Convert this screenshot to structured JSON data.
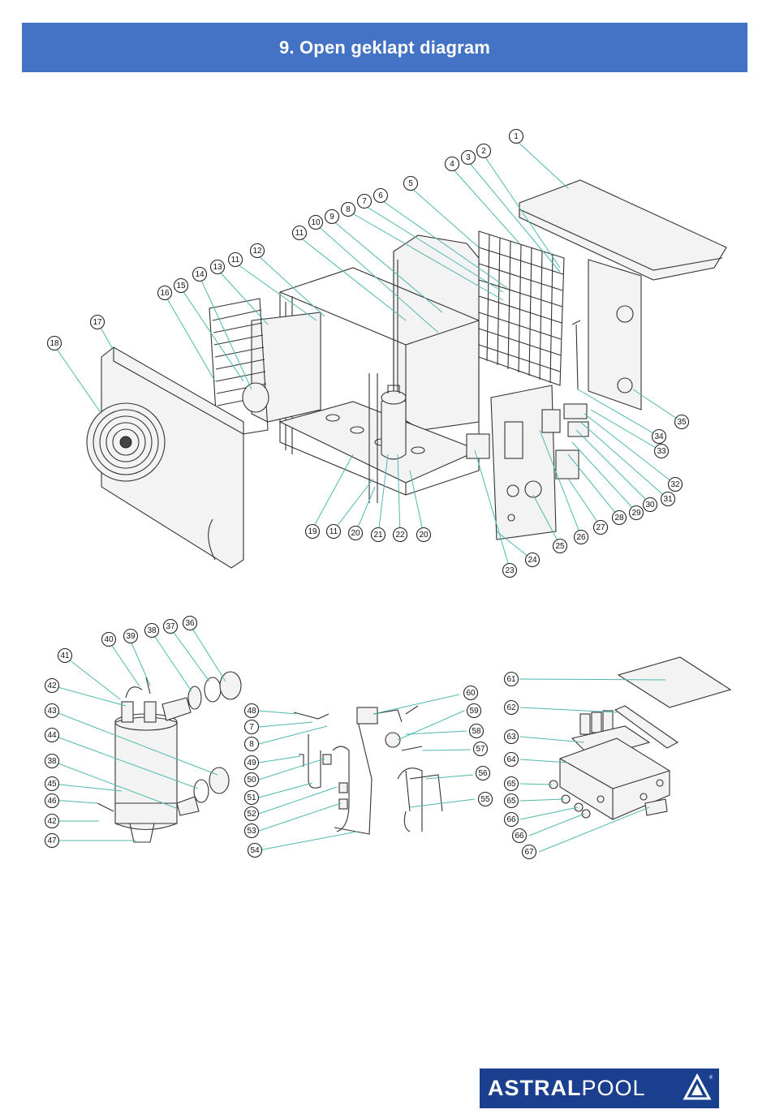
{
  "header": {
    "title": "9. Open geklapt diagram"
  },
  "diagram": {
    "callouts": [
      {
        "id": "c1",
        "label": "1"
      },
      {
        "id": "c2",
        "label": "2"
      },
      {
        "id": "c3",
        "label": "3"
      },
      {
        "id": "c4",
        "label": "4"
      },
      {
        "id": "c5",
        "label": "5"
      },
      {
        "id": "c6",
        "label": "6"
      },
      {
        "id": "c7",
        "label": "7"
      },
      {
        "id": "c8",
        "label": "8"
      },
      {
        "id": "c9",
        "label": "9"
      },
      {
        "id": "c10",
        "label": "10"
      },
      {
        "id": "c11a",
        "label": "11"
      },
      {
        "id": "c11b",
        "label": "11"
      },
      {
        "id": "c12",
        "label": "12"
      },
      {
        "id": "c13",
        "label": "13"
      },
      {
        "id": "c14",
        "label": "14"
      },
      {
        "id": "c15",
        "label": "15"
      },
      {
        "id": "c16",
        "label": "16"
      },
      {
        "id": "c17",
        "label": "17"
      },
      {
        "id": "c18",
        "label": "18"
      },
      {
        "id": "c19",
        "label": "19"
      },
      {
        "id": "c11c",
        "label": "11"
      },
      {
        "id": "c20a",
        "label": "20"
      },
      {
        "id": "c21",
        "label": "21"
      },
      {
        "id": "c22",
        "label": "22"
      },
      {
        "id": "c20b",
        "label": "20"
      },
      {
        "id": "c23",
        "label": "23"
      },
      {
        "id": "c24",
        "label": "24"
      },
      {
        "id": "c25",
        "label": "25"
      },
      {
        "id": "c26",
        "label": "26"
      },
      {
        "id": "c27",
        "label": "27"
      },
      {
        "id": "c28",
        "label": "28"
      },
      {
        "id": "c29",
        "label": "29"
      },
      {
        "id": "c30",
        "label": "30"
      },
      {
        "id": "c31",
        "label": "31"
      },
      {
        "id": "c32",
        "label": "32"
      },
      {
        "id": "c33",
        "label": "33"
      },
      {
        "id": "c34",
        "label": "34"
      },
      {
        "id": "c35",
        "label": "35"
      },
      {
        "id": "c36",
        "label": "36"
      },
      {
        "id": "c37",
        "label": "37"
      },
      {
        "id": "c38a",
        "label": "38"
      },
      {
        "id": "c39",
        "label": "39"
      },
      {
        "id": "c40",
        "label": "40"
      },
      {
        "id": "c41",
        "label": "41"
      },
      {
        "id": "c42a",
        "label": "42"
      },
      {
        "id": "c43",
        "label": "43"
      },
      {
        "id": "c44",
        "label": "44"
      },
      {
        "id": "c38b",
        "label": "38"
      },
      {
        "id": "c45",
        "label": "45"
      },
      {
        "id": "c46",
        "label": "46"
      },
      {
        "id": "c42b",
        "label": "42"
      },
      {
        "id": "c47",
        "label": "47"
      },
      {
        "id": "c48",
        "label": "48"
      },
      {
        "id": "c7b",
        "label": "7"
      },
      {
        "id": "c8b",
        "label": "8"
      },
      {
        "id": "c49",
        "label": "49"
      },
      {
        "id": "c50",
        "label": "50"
      },
      {
        "id": "c51",
        "label": "51"
      },
      {
        "id": "c52",
        "label": "52"
      },
      {
        "id": "c53",
        "label": "53"
      },
      {
        "id": "c54",
        "label": "54"
      },
      {
        "id": "c55",
        "label": "55"
      },
      {
        "id": "c56",
        "label": "56"
      },
      {
        "id": "c57",
        "label": "57"
      },
      {
        "id": "c58",
        "label": "58"
      },
      {
        "id": "c59",
        "label": "59"
      },
      {
        "id": "c60",
        "label": "60"
      },
      {
        "id": "c61",
        "label": "61"
      },
      {
        "id": "c62",
        "label": "62"
      },
      {
        "id": "c63",
        "label": "63"
      },
      {
        "id": "c64",
        "label": "64"
      },
      {
        "id": "c65a",
        "label": "65"
      },
      {
        "id": "c65b",
        "label": "65"
      },
      {
        "id": "c66a",
        "label": "66"
      },
      {
        "id": "c66b",
        "label": "66"
      },
      {
        "id": "c67",
        "label": "67"
      }
    ]
  },
  "logo": {
    "text_bold": "ASTRAL",
    "text_regular": "POOL",
    "mark": "®"
  }
}
